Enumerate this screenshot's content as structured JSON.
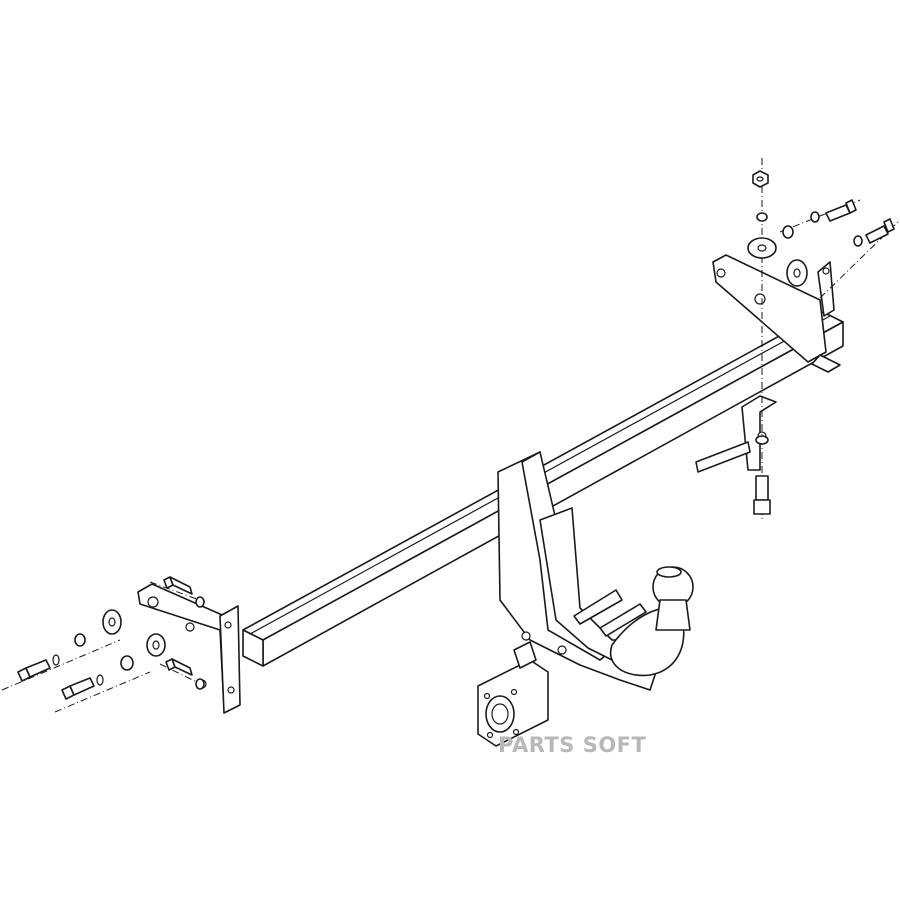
{
  "watermark": {
    "text": "PARTS SOFT",
    "color": "#b8b8b8"
  },
  "diagram": {
    "line_color": "#1a1a1a",
    "background": "#ffffff",
    "parts": [
      "cross-beam",
      "left-bracket",
      "right-bracket",
      "tow-ball-neck",
      "tow-ball",
      "socket-plate",
      "bolts",
      "nuts",
      "washers"
    ]
  }
}
